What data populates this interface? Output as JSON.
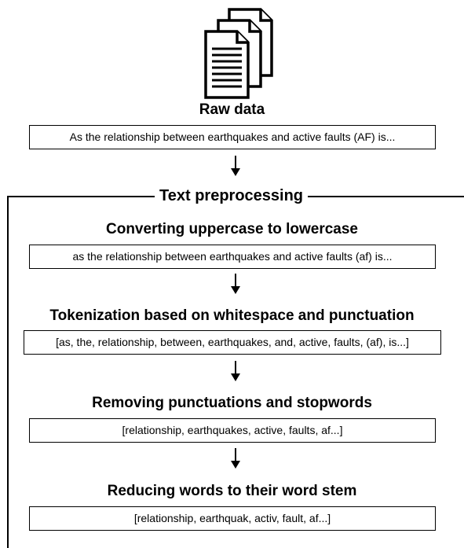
{
  "raw": {
    "icon": "documents-stack-icon",
    "title": "Raw data",
    "text": "As the relationship between earthquakes and active faults (AF) is..."
  },
  "section": {
    "title": "Text preprocessing"
  },
  "steps": [
    {
      "title": "Converting uppercase to lowercase",
      "text": "as the relationship between earthquakes and active faults (af) is..."
    },
    {
      "title": "Tokenization based on whitespace and punctuation",
      "text": "[as, the, relationship, between, earthquakes, and, active, faults, (af), is...]"
    },
    {
      "title": "Removing punctuations and stopwords",
      "text": "[relationship, earthquakes, active, faults, af...]"
    },
    {
      "title": "Reducing words to their word stem",
      "text": "[relationship, earthquak, activ, fault, af...]"
    }
  ]
}
